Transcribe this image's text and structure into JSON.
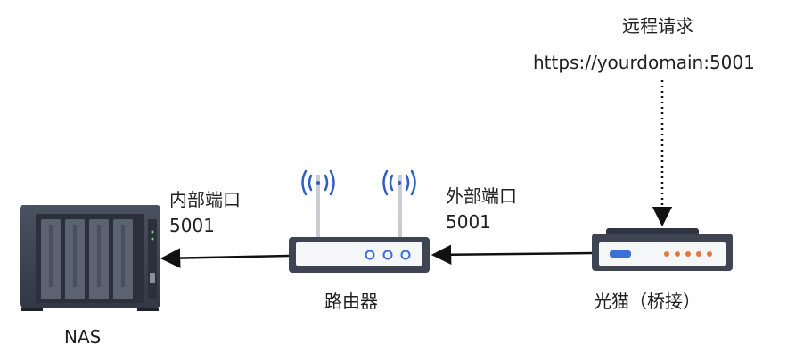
{
  "remote": {
    "title": "远程请求",
    "url": "https://yourdomain:5001"
  },
  "external_port": {
    "label": "外部端口",
    "port": "5001"
  },
  "internal_port": {
    "label": "内部端口",
    "port": "5001"
  },
  "router": {
    "label": "路由器"
  },
  "modem": {
    "label": "光猫（桥接）"
  },
  "nas": {
    "label": "NAS"
  },
  "colors": {
    "line": "#111111",
    "nas_body": "#3c4250",
    "device_dark": "#3f4452",
    "led_blue": "#3a6fd8",
    "led_orange": "#e37a3a",
    "wifi_blue": "#2f5fbf"
  }
}
